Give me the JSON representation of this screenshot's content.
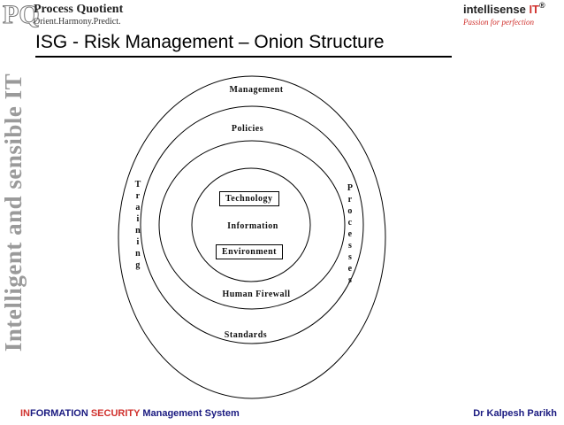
{
  "side_band": {
    "text": "Intelligent and sensible IT"
  },
  "header": {
    "pq_logo_letters": "PQ",
    "pq_name": "Process Quotient",
    "pq_tagline": "Orient.Harmony.Predict.",
    "isit_name": "intellisense",
    "isit_it": "IT",
    "isit_reg": "®",
    "isit_tagline": "Passion for perfection"
  },
  "title": "ISG - Risk Management – Onion Structure",
  "diagram": {
    "outer_label": "Management",
    "second_label_top": "Policies",
    "second_label_bottom": "Standards",
    "third_label_bottom": "Human Firewall",
    "left_vertical": "Training",
    "right_vertical": "Processes",
    "core_top": "Technology",
    "core_middle": "Information",
    "core_bottom": "Environment"
  },
  "footer": {
    "left_part1": "IN",
    "left_part2": "FORMATION ",
    "left_part3": "SECURITY",
    "left_part4": " Management System",
    "right": "Dr Kalpesh Parikh"
  }
}
